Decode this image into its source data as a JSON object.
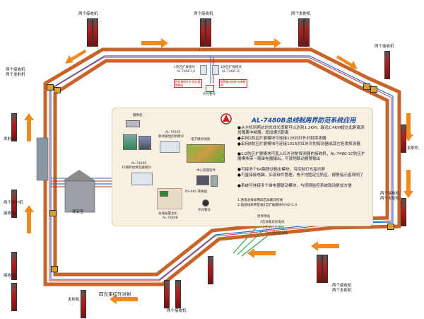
{
  "top": {
    "left_pair": "两个接收机",
    "left_pair2": "两个发射机",
    "mid_left": "两个接收机",
    "mid_right": "两个发射机",
    "right_pair": "两个接收机",
    "far_left": "两个接收机"
  },
  "left": {
    "emitter": "发射机",
    "receiver": "接收机",
    "lower_pair": "两个发射机",
    "bottom_receiver": "接收机",
    "bottom_emitter": "发射机"
  },
  "right": {
    "emitter": "发射机",
    "pair_recv": "两个接收机",
    "pair_emit": "两个发射机"
  },
  "bottom": {
    "caption": "四光束红外对射",
    "right_pair_recv": "两个接收机",
    "right_pair_emit": "两个发射机",
    "mid_pair": "两个接收机"
  },
  "modules": {
    "zone_expand_a_name": "1防区扩展模块",
    "zone_expand_a_model": "AL-7480-1A",
    "zone_expand_b_name": "1防区扩展模块",
    "zone_expand_b_model": "AL-7480-1C",
    "device_label": "声光警号",
    "red_box_a": "防区拨码开关 防区报警输出",
    "red_box_b": "报警输出接线 电源接线"
  },
  "guard_house": "保安室",
  "panel": {
    "camera": "摄像机",
    "linkage_model": "AL-7416E",
    "linkage_name": "联动输出控制模块",
    "relay_model": "AL-7416E",
    "relay_name": "16路联动继电器模块",
    "map_label": "电子模拟地图",
    "pc_label": "中心管理软件",
    "host_model": "AL-7480B",
    "host_name": "总线报警主机",
    "alarm_label": "声光警号",
    "converter": "RS-485 转换器"
  },
  "system_title": "AL-7480B总线制周界防范系统应用",
  "features": [
    "从主机到两边的总线长度都可以达到1.2KM，最远2.4KM超过此距离添加隔离中继器，增加通讯距离",
    "采用1防区扩展模块可连接128对红外对射探测器",
    "采用8防区扩展模块可连接1018对红外对射探测器或其它各类探测器",
    "1/2防区扩展模块可直入红外对射探测器的接收机，AL-7480-1C防区扩展模块带一路继电器输出，可就地联动报警输出",
    "可接多个64路联动输出模块，可控制灯光指示屏",
    "可直接接电脑，实现软件管理，电子地图定位防区，报警指示直观明了",
    "系统可挂接多个继电器联动模块，与视频监控系统联动更加方便"
  ],
  "notes": [
    "1.通讯总线采用四芯屏蔽双绞线",
    "2.电源线采用普通2芯扩展模块RVV2*1.0"
  ],
  "cables": {
    "title": "周界围墙",
    "c1": "4芯屏蔽双绞电线",
    "c2": "2芯平行电源线",
    "c3": "PVC塑料穿线管"
  },
  "colors": {
    "outer_path": "#c8642a",
    "inner_path": "#c8642a",
    "bus_blue": "#2a6fd8",
    "bus_red": "#d82020",
    "arrow": "#f08a1e",
    "cable_green": "#2aa845"
  }
}
